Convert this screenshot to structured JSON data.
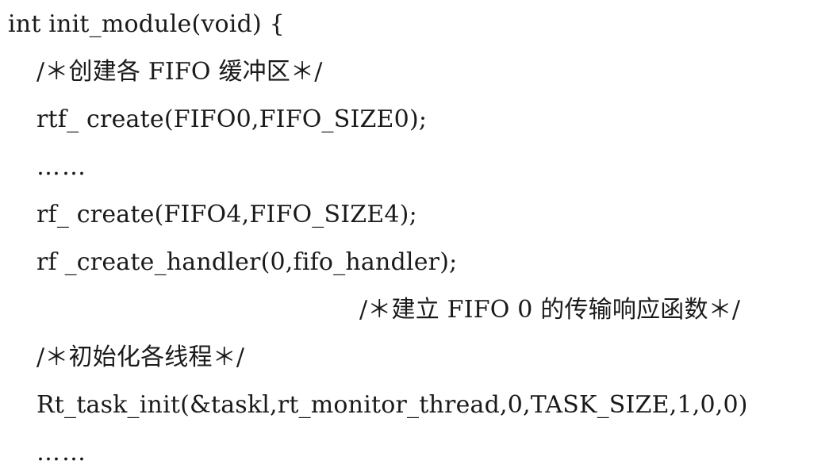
{
  "code_listing": {
    "lines": [
      "int init_module(void) {",
      "/＊创建各 FIFO 缓冲区＊/",
      "rtf_ create(FIFO0,FIFO_SIZE0);",
      "……",
      "rf_ create(FIFO4,FIFO_SIZE4);",
      "rf _create_handler(0,fifo_handler);",
      "/＊建立 FIFO 0 的传输响应函数＊/",
      "/＊初始化各线程＊/",
      "Rt_task_init(&taskl,rt_monitor_thread,0,TASK_SIZE,1,0,0)",
      "……"
    ]
  }
}
